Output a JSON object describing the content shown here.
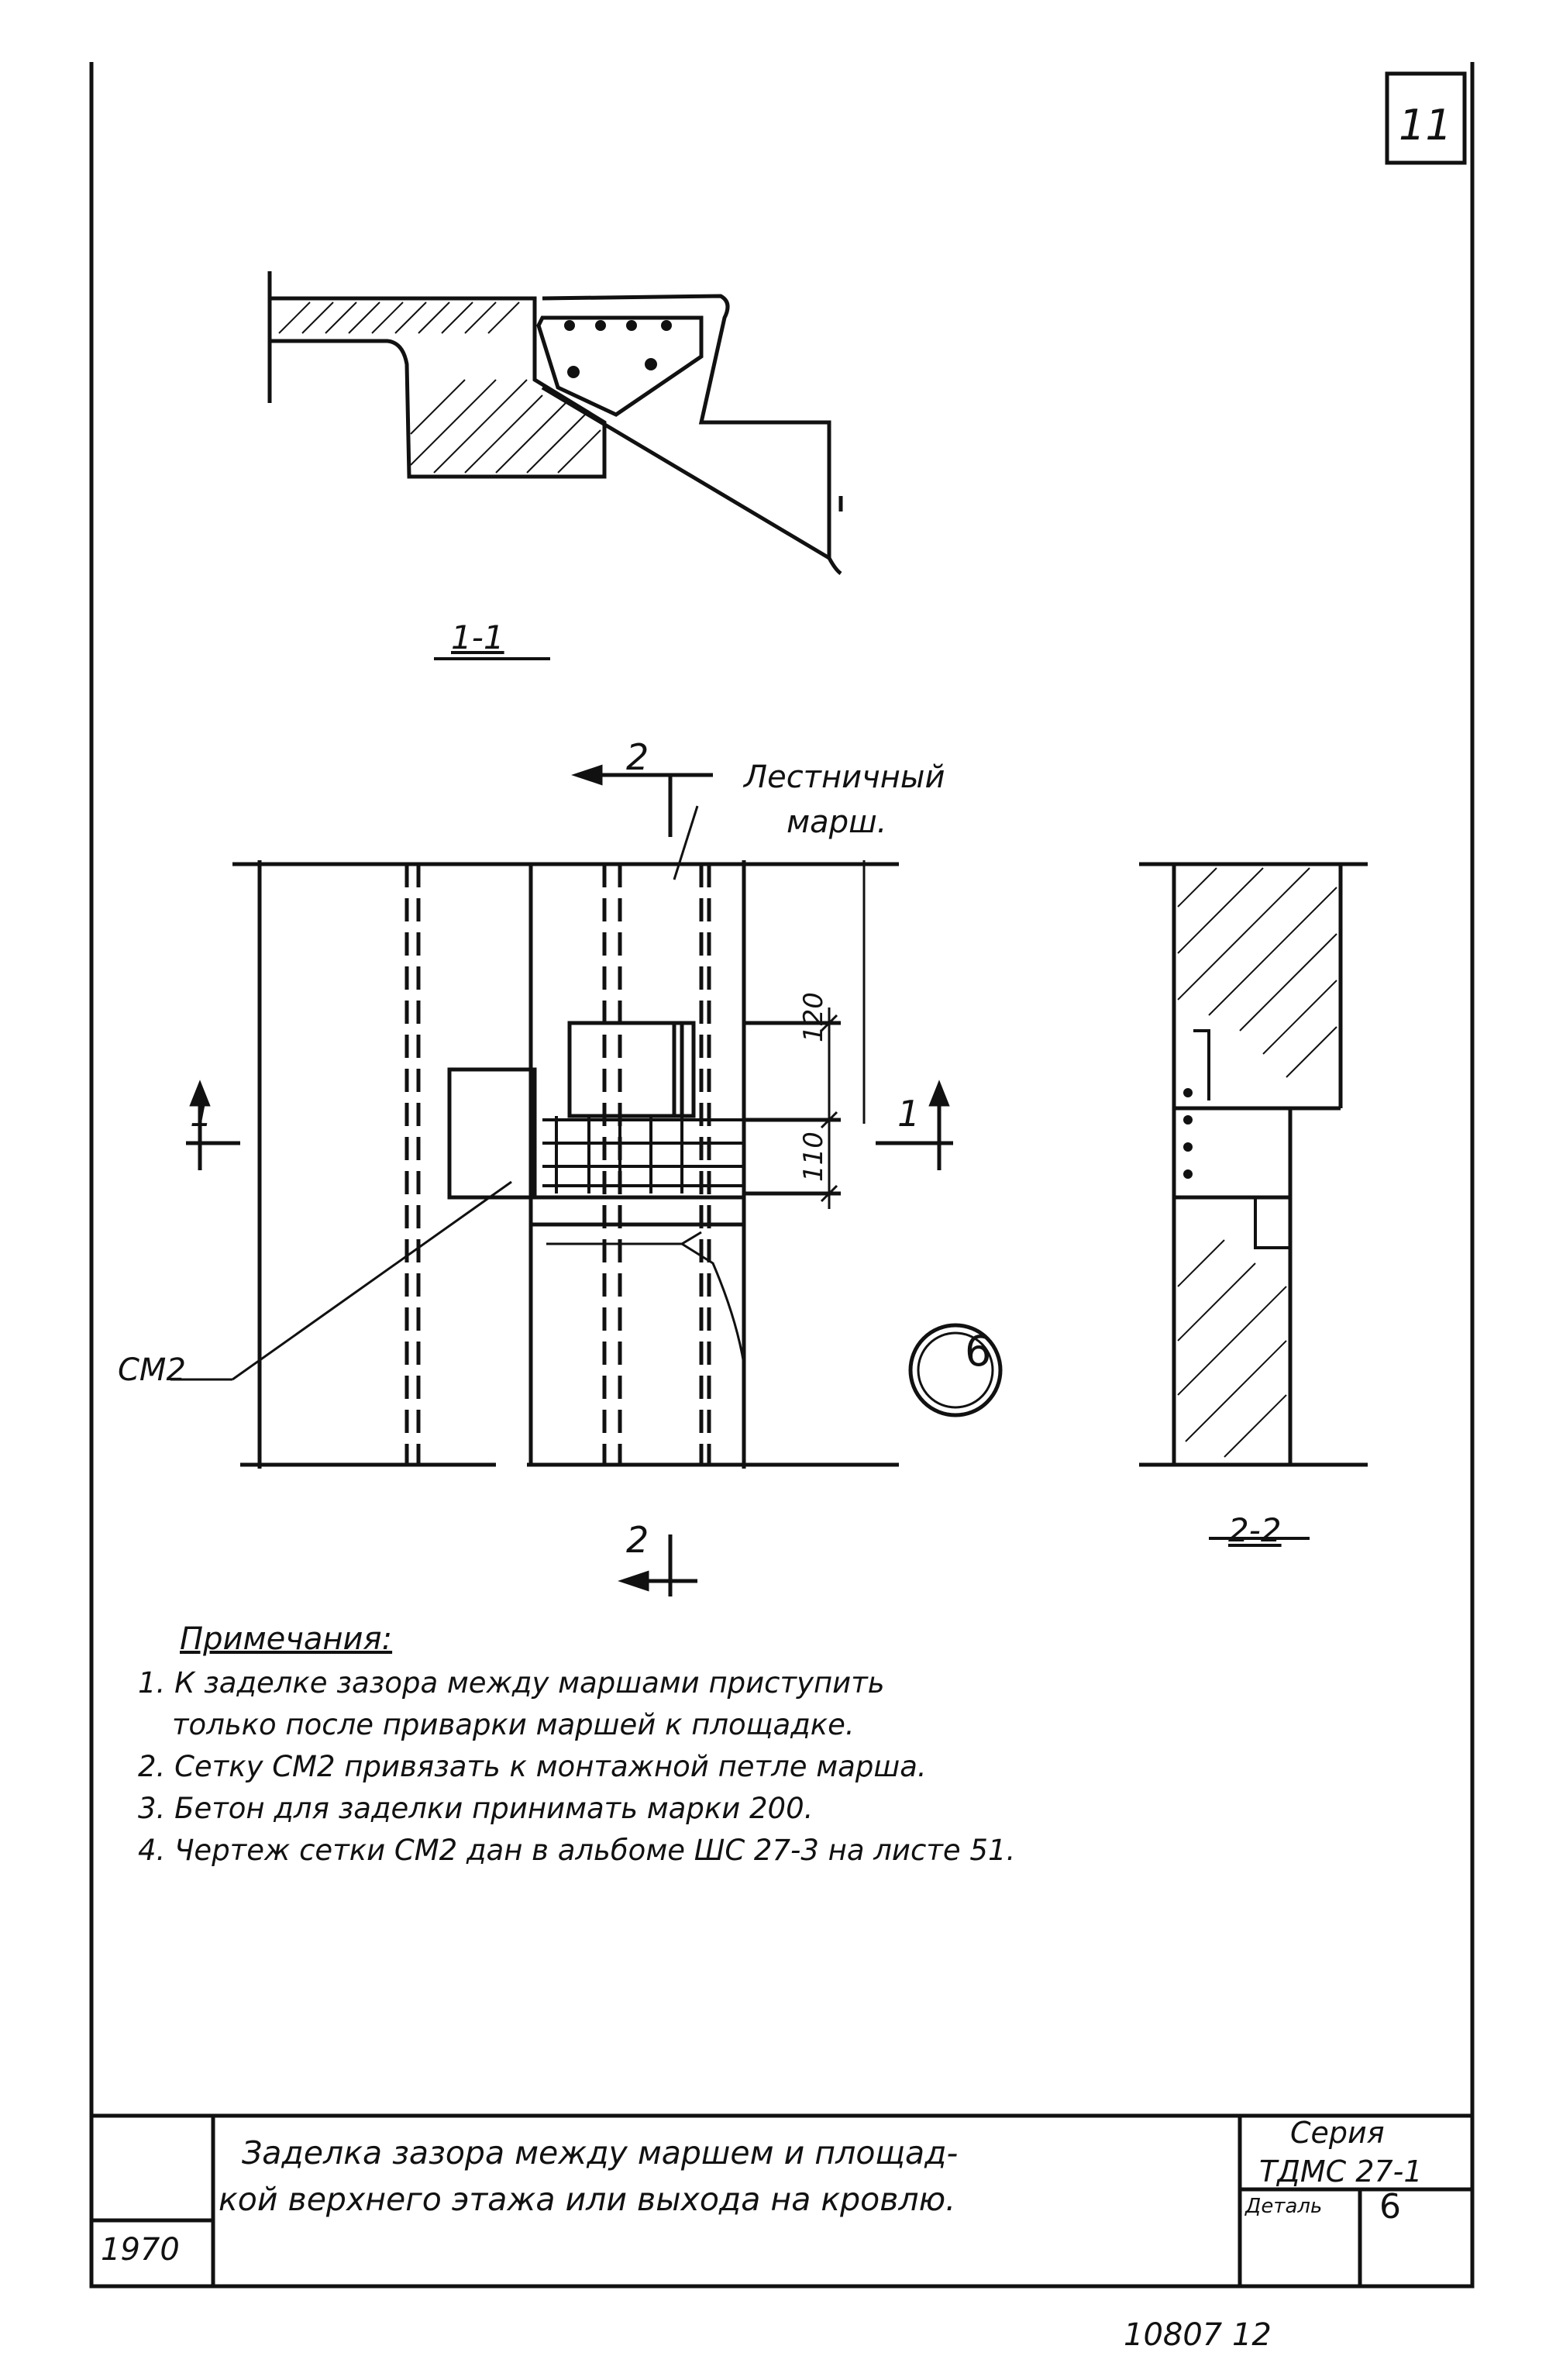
{
  "sheet_number": "11",
  "sections": {
    "section_1_1": "1-1",
    "section_2_2": "2-2",
    "cut_2_top": "2",
    "cut_2_bottom": "2",
    "cut_1_left": "1",
    "cut_1_right": "1"
  },
  "labels": {
    "stair_flight_line1": "Лестничный",
    "stair_flight_line2": "марш.",
    "mesh": "СМ2",
    "detail_marker": "6"
  },
  "dimensions": {
    "dim_120": "120",
    "dim_110": "110"
  },
  "notes": {
    "title": "Примечания:",
    "items": [
      "1. К заделке зазора между маршами приступить",
      "только после приварки маршей к площадке.",
      "2. Сетку СМ2 привязать к монтажной петле марша.",
      "3. Бетон для заделки принимать марки 200.",
      "4. Чертеж сетки СМ2 дан в альбоме ШС 27-3 на листе 51."
    ]
  },
  "title_block": {
    "title_line1": "Заделка зазора между маршем и площад-",
    "title_line2": "кой верхнего этажа или выхода на кровлю.",
    "year": "1970",
    "series_label": "Серия",
    "series_value": "ТДМС 27-1",
    "detail_label": "Деталь",
    "detail_value": "6"
  },
  "document_number": "10807 12"
}
